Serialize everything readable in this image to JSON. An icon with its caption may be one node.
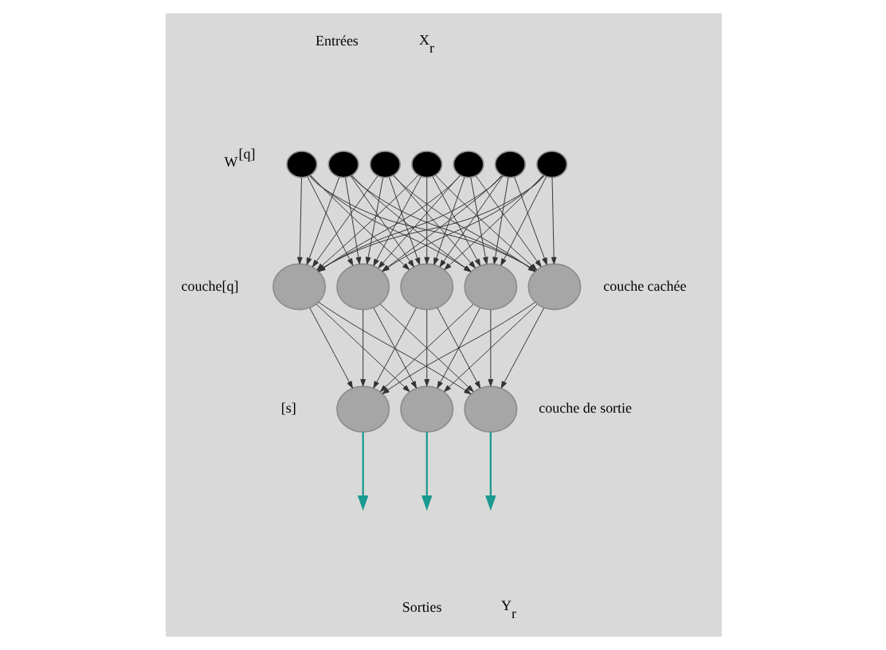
{
  "diagram": {
    "nodes": [
      {
        "text": [],
        "shape": "circle"
      },
      {
        "text": [],
        "shape": "circle"
      },
      {
        "text": [],
        "shape": "circle"
      },
      {
        "text": [],
        "shape": "circle"
      },
      {
        "text": [],
        "shape": "circle"
      },
      {
        "text": [],
        "shape": "circle"
      },
      {
        "text": [],
        "shape": "circle"
      },
      {
        "text": [],
        "shape": "circle"
      },
      {
        "text": [],
        "shape": "circle"
      },
      {
        "text": [],
        "shape": "circle"
      },
      {
        "text": [],
        "shape": "circle"
      },
      {
        "text": [],
        "shape": "circle"
      },
      {
        "text": [],
        "shape": "circle"
      },
      {
        "text": [],
        "shape": "circle"
      },
      {
        "text": [],
        "shape": "circle"
      }
    ],
    "edges": [
      {
        "from": 0,
        "to": 7,
        "arrow": "to"
      },
      {
        "from": 0,
        "to": 8,
        "arrow": "to"
      },
      {
        "from": 0,
        "to": 9,
        "arrow": "to"
      },
      {
        "from": 0,
        "to": 10,
        "arrow": "to"
      },
      {
        "from": 0,
        "to": 11,
        "arrow": "to"
      },
      {
        "from": 1,
        "to": 7,
        "arrow": "to"
      },
      {
        "from": 1,
        "to": 8,
        "arrow": "to"
      },
      {
        "from": 1,
        "to": 9,
        "arrow": "to"
      },
      {
        "from": 1,
        "to": 10,
        "arrow": "to"
      },
      {
        "from": 1,
        "to": 11,
        "arrow": "to"
      },
      {
        "from": 2,
        "to": 7,
        "arrow": "to"
      },
      {
        "from": 2,
        "to": 8,
        "arrow": "to"
      },
      {
        "from": 2,
        "to": 9,
        "arrow": "to"
      },
      {
        "from": 2,
        "to": 10,
        "arrow": "to"
      },
      {
        "from": 2,
        "to": 11,
        "arrow": "to"
      },
      {
        "from": 3,
        "to": 7,
        "arrow": "to"
      },
      {
        "from": 3,
        "to": 8,
        "arrow": "to"
      },
      {
        "from": 3,
        "to": 9,
        "arrow": "to"
      },
      {
        "from": 3,
        "to": 10,
        "arrow": "to"
      },
      {
        "from": 3,
        "to": 11,
        "arrow": "to"
      },
      {
        "from": 4,
        "to": 7,
        "arrow": "to"
      },
      {
        "from": 4,
        "to": 8,
        "arrow": "to"
      },
      {
        "from": 4,
        "to": 9,
        "arrow": "to"
      },
      {
        "from": 4,
        "to": 10,
        "arrow": "to"
      },
      {
        "from": 4,
        "to": 11,
        "arrow": "to"
      },
      {
        "from": 5,
        "to": 7,
        "arrow": "to"
      },
      {
        "from": 5,
        "to": 8,
        "arrow": "to"
      },
      {
        "from": 5,
        "to": 9,
        "arrow": "to"
      },
      {
        "from": 5,
        "to": 10,
        "arrow": "to"
      },
      {
        "from": 5,
        "to": 11,
        "arrow": "to"
      },
      {
        "from": 6,
        "to": 7,
        "arrow": "to"
      },
      {
        "from": 6,
        "to": 8,
        "arrow": "to"
      },
      {
        "from": 6,
        "to": 9,
        "arrow": "to"
      },
      {
        "from": 6,
        "to": 10,
        "arrow": "to"
      },
      {
        "from": 6,
        "to": 11,
        "arrow": "to"
      },
      {
        "from": 7,
        "to": 12,
        "arrow": "to"
      },
      {
        "from": 7,
        "to": 13,
        "arrow": "to"
      },
      {
        "from": 7,
        "to": 14,
        "arrow": "to"
      },
      {
        "from": 8,
        "to": 12,
        "arrow": "to"
      },
      {
        "from": 8,
        "to": 13,
        "arrow": "to"
      },
      {
        "from": 8,
        "to": 14,
        "arrow": "to"
      },
      {
        "from": 9,
        "to": 12,
        "arrow": "to"
      },
      {
        "from": 9,
        "to": 13,
        "arrow": "to"
      },
      {
        "from": 9,
        "to": 14,
        "arrow": "to"
      },
      {
        "from": 10,
        "to": 12,
        "arrow": "to"
      },
      {
        "from": 10,
        "to": 13,
        "arrow": "to"
      },
      {
        "from": 10,
        "to": 14,
        "arrow": "to"
      },
      {
        "from": 11,
        "to": 12,
        "arrow": "to"
      },
      {
        "from": 11,
        "to": 13,
        "arrow": "to"
      },
      {
        "from": 11,
        "to": 14,
        "arrow": "to"
      },
      {
        "from": 12,
        "to": null,
        "arrow": "to",
        "color": "#1a9a90"
      },
      {
        "from": 13,
        "to": null,
        "arrow": "to",
        "color": "#1a9a90"
      },
      {
        "from": 14,
        "to": null,
        "arrow": "to",
        "color": "#1a9a90"
      }
    ],
    "labels": [
      "Entrées",
      "X$_{r}$",
      "W$^{[q]}$",
      "couche[q]",
      "couche cachée",
      "[s]",
      "couche de sortie",
      "Sorties",
      "Y$_{r}$"
    ]
  }
}
